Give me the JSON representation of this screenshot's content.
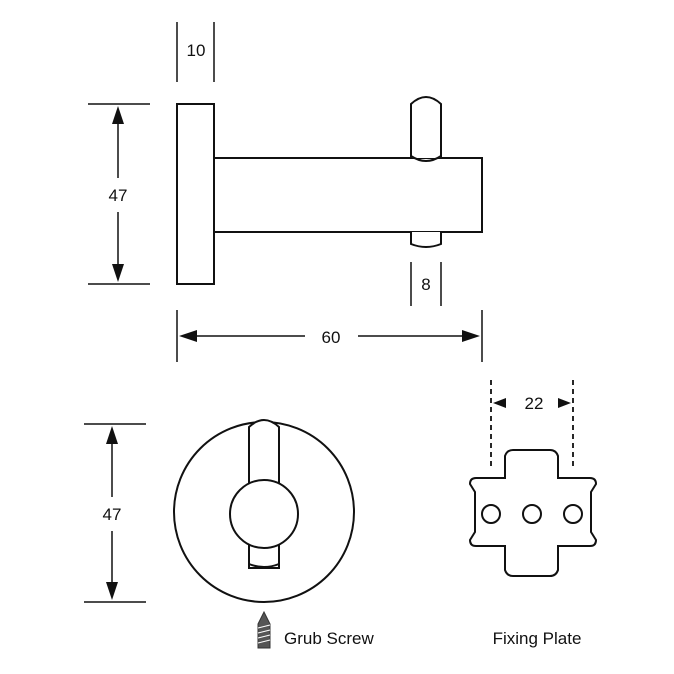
{
  "dimensions": {
    "backplate_thickness": "10",
    "height_side": "47",
    "peg_diameter": "8",
    "projection": "60",
    "height_front": "47",
    "plate_hole_spacing": "22"
  },
  "labels": {
    "grub_screw": "Grub Screw",
    "fixing_plate": "Fixing Plate"
  }
}
